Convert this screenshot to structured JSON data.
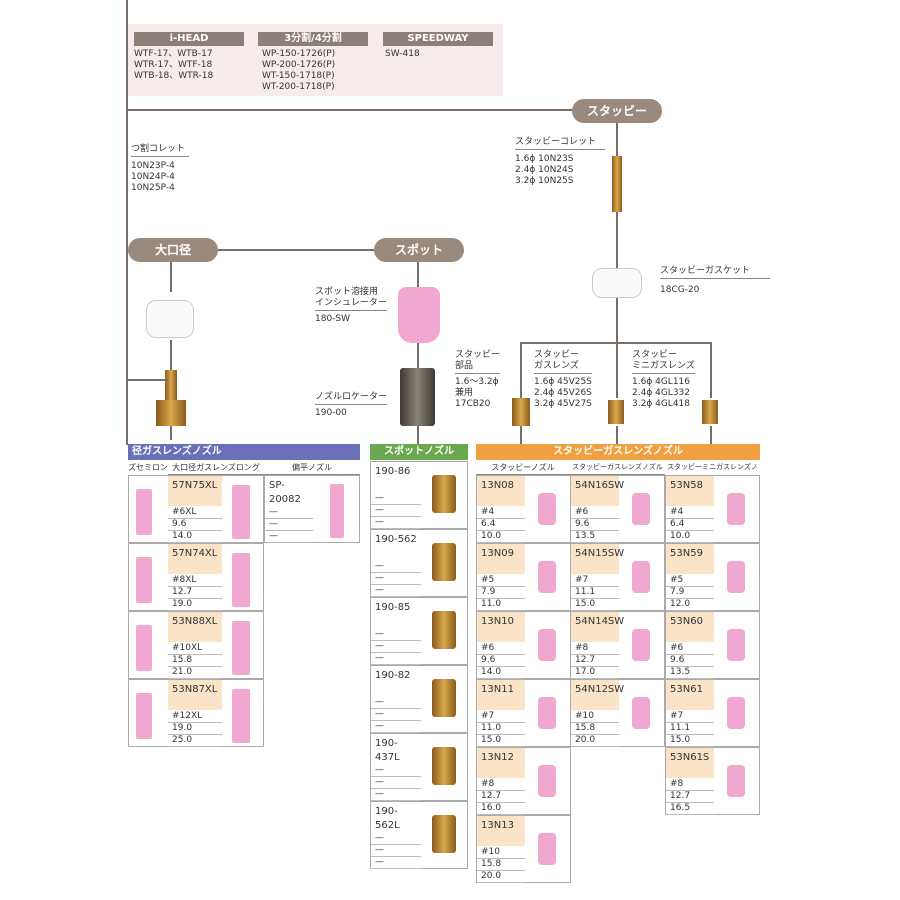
{
  "top": {
    "headers": [
      "i-HEAD",
      "3分割/4分割",
      "SPEEDWAY"
    ],
    "ihead": [
      "WTF-17、WTB-17",
      "WTR-17、WTF-18",
      "WTB-18、WTR-18"
    ],
    "split": [
      "WP-150-1726(P)",
      "WP-200-1726(P)",
      "WT-150-1718(P)",
      "WT-200-1718(P)"
    ],
    "speedway": [
      "SW-418"
    ]
  },
  "ovals": {
    "stubby": "スタッビー",
    "ookuchi": "大口径",
    "spot": "スポット"
  },
  "collet": {
    "title": "つ割コレット",
    "items": [
      "10N23P-4",
      "10N24P-4",
      "10N25P-4"
    ]
  },
  "stubby_collet": {
    "title": "スタッビーコレット",
    "items": [
      "1.6ϕ  10N23S",
      "2.4ϕ  10N24S",
      "3.2ϕ  10N25S"
    ]
  },
  "gasket": {
    "title": "スタッビーガスケット",
    "code": "18CG-20"
  },
  "spot_insulator": {
    "l1": "スポット溶接用",
    "l2": "インシュレーター",
    "code": "180-SW"
  },
  "nozzle_locator": {
    "title": "ノズルロケーター",
    "code": "190-00"
  },
  "stubby_parts": {
    "l1": "スタッビー",
    "l2": "部品",
    "items": [
      "1.6〜3.2ϕ",
      "兼用",
      "17CB20"
    ]
  },
  "stubby_gaslens": {
    "l1": "スタッビー",
    "l2": "ガスレンズ",
    "items": [
      "1.6ϕ  45V25S",
      "2.4ϕ  45V26S",
      "3.2ϕ  45V27S"
    ]
  },
  "stubby_mini": {
    "l1": "スタッビー",
    "l2": "ミニガスレンズ",
    "items": [
      "1.6ϕ  4GL116",
      "2.4ϕ  4GL332",
      "3.2ϕ  4GL418"
    ]
  },
  "left_grid": {
    "title": "径ガスレンズノズル",
    "cols": [
      "ズセミロング",
      "大口径ガスレンズロング",
      "偏平ノズル"
    ],
    "rows": [
      {
        "code": "57N75XL",
        "vals": [
          "#6XL",
          "9.6",
          "14.0"
        ]
      },
      {
        "code": "57N74XL",
        "vals": [
          "#8XL",
          "12.7",
          "19.0"
        ]
      },
      {
        "code": "53N88XL",
        "vals": [
          "#10XL",
          "15.8",
          "21.0"
        ]
      },
      {
        "code": "53N87XL",
        "vals": [
          "#12XL",
          "19.0",
          "25.0"
        ]
      }
    ],
    "flat": {
      "code": "SP-20082",
      "vals": [
        "—",
        "—",
        "—"
      ]
    }
  },
  "spot_grid": {
    "title": "スポットノズル",
    "rows": [
      {
        "code": "190-86",
        "vals": [
          "—",
          "—",
          "—"
        ]
      },
      {
        "code": "190-562",
        "vals": [
          "—",
          "—",
          "—"
        ]
      },
      {
        "code": "190-85",
        "vals": [
          "—",
          "—",
          "—"
        ]
      },
      {
        "code": "190-82",
        "vals": [
          "—",
          "—",
          "—"
        ]
      },
      {
        "code": "190-437L",
        "vals": [
          "—",
          "—",
          "—"
        ]
      },
      {
        "code": "190-562L",
        "vals": [
          "—",
          "—",
          "—"
        ]
      }
    ]
  },
  "stubby_grid": {
    "title": "スタッビーガスレンズノズル",
    "cols": [
      "スタッビーノズル",
      "スタッビーガスレンズノズル",
      "スタッビーミニガスレンズノズル"
    ],
    "c1": [
      {
        "code": "13N08",
        "vals": [
          "#4",
          "6.4",
          "10.0"
        ]
      },
      {
        "code": "13N09",
        "vals": [
          "#5",
          "7.9",
          "11.0"
        ]
      },
      {
        "code": "13N10",
        "vals": [
          "#6",
          "9.6",
          "14.0"
        ]
      },
      {
        "code": "13N11",
        "vals": [
          "#7",
          "11.0",
          "15.0"
        ]
      },
      {
        "code": "13N12",
        "vals": [
          "#8",
          "12.7",
          "16.0"
        ]
      },
      {
        "code": "13N13",
        "vals": [
          "#10",
          "15.8",
          "20.0"
        ]
      }
    ],
    "c2": [
      {
        "code": "54N16SW",
        "vals": [
          "#6",
          "9.6",
          "13.5"
        ]
      },
      {
        "code": "54N15SW",
        "vals": [
          "#7",
          "11.1",
          "15.0"
        ]
      },
      {
        "code": "54N14SW",
        "vals": [
          "#8",
          "12.7",
          "17.0"
        ]
      },
      {
        "code": "54N12SW",
        "vals": [
          "#10",
          "15.8",
          "20.0"
        ]
      }
    ],
    "c3": [
      {
        "code": "53N58",
        "vals": [
          "#4",
          "6.4",
          "10.0"
        ]
      },
      {
        "code": "53N59",
        "vals": [
          "#5",
          "7.9",
          "12.0"
        ]
      },
      {
        "code": "53N60",
        "vals": [
          "#6",
          "9.6",
          "13.5"
        ]
      },
      {
        "code": "53N61",
        "vals": [
          "#7",
          "11.1",
          "15.0"
        ]
      },
      {
        "code": "53N61S",
        "vals": [
          "#8",
          "12.7",
          "16.5"
        ]
      }
    ]
  },
  "colors": {
    "brown": "#8c7e78",
    "orange": "#f0a040",
    "blue": "#6a70b8",
    "green": "#6aa84f",
    "pink": "#f0a8d0"
  }
}
